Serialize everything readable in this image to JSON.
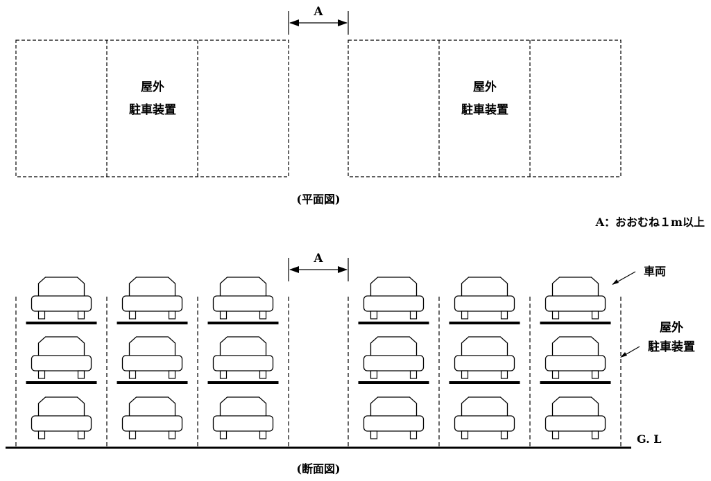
{
  "plan_view": {
    "dimension_label": "A",
    "unit_label_line1": "屋外",
    "unit_label_line2": "駐車装置",
    "caption": "(平面図)"
  },
  "legend_note": "A：おおむね１m以上",
  "section_view": {
    "dimension_label": "A",
    "callout_vehicle": "車両",
    "callout_unit_line1": "屋外",
    "callout_unit_line2": "駐車装置",
    "ground_label": "G. L",
    "caption": "(断面図)",
    "levels": 3,
    "columns_per_unit": 3
  },
  "colors": {
    "line": "#000000",
    "background": "#ffffff"
  }
}
